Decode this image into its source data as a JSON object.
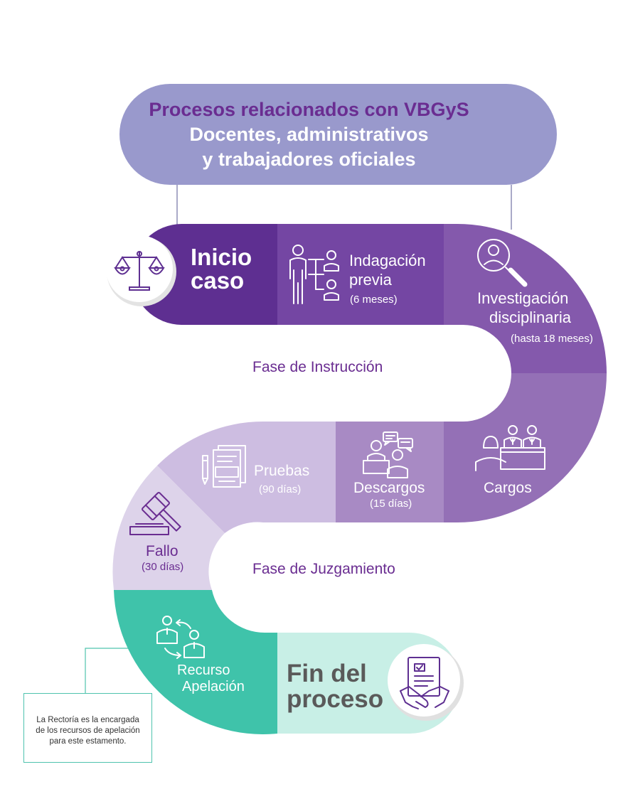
{
  "header": {
    "line1": "Procesos relacionados con VBGyS",
    "line2": "Docentes, administrativos",
    "line3": "y trabajadores oficiales"
  },
  "phases": {
    "instruccion": "Fase de Instrucción",
    "juzgamiento": "Fase de Juzgamiento"
  },
  "steps": {
    "inicio": {
      "line1": "Inicio",
      "line2": "caso",
      "icon": "scales-icon"
    },
    "indagacion": {
      "line1": "Indagación",
      "line2": "previa",
      "duration": "(6 meses)",
      "icon": "people-hierarchy-icon"
    },
    "investigacion": {
      "line1": "Investigación",
      "line2": "disciplinaria",
      "duration": "(hasta 18 meses)",
      "icon": "person-search-icon"
    },
    "cargos": {
      "label": "Cargos",
      "icon": "tribunal-icon"
    },
    "descargos": {
      "label": "Descargos",
      "duration": "(15 días)",
      "icon": "dialogue-icon"
    },
    "pruebas": {
      "label": "Pruebas",
      "duration": "(90 días)",
      "icon": "documents-icon"
    },
    "fallo": {
      "label": "Fallo",
      "duration": "(30 días)",
      "icon": "gavel-icon"
    },
    "recurso": {
      "line1": "Recurso",
      "line2": "Apelación",
      "icon": "appeal-icon"
    },
    "fin": {
      "line1": "Fin del",
      "line2": "proceso",
      "icon": "handshake-document-icon"
    }
  },
  "note": {
    "line1": "La Rectoría es la encargada",
    "line2": "de los recursos de apelación",
    "line3": "para este estamento."
  },
  "colors": {
    "header_bg": "#9999cc",
    "title_purple": "#6a2d91",
    "inicio": "#5e2f91",
    "indagacion": "#7446a3",
    "investigacion": "#8459ac",
    "cargos": "#9470b6",
    "descargos": "#a88ac4",
    "pruebas": "#cdbde1",
    "fallo": "#ddd3ea",
    "recurso": "#3fc3aa",
    "fin": "#c8efe6",
    "end_text": "#5a5a5a"
  }
}
